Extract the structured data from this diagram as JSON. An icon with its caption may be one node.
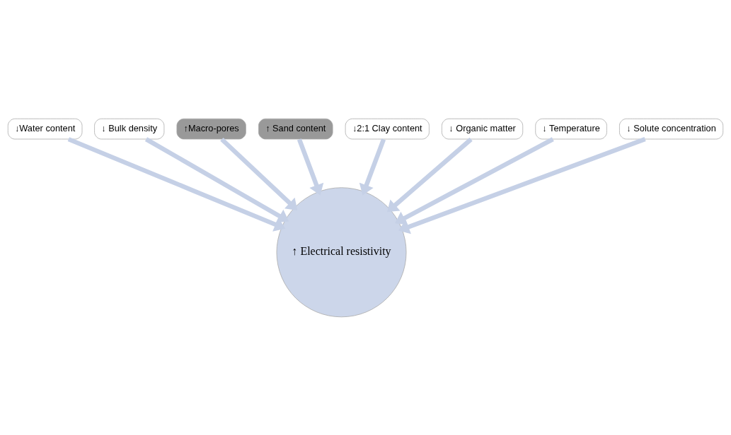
{
  "diagram": {
    "nodes": [
      {
        "text": [
          "↑ Electrical resistivity"
        ]
      },
      {
        "text": [
          "↓Water content"
        ]
      },
      {
        "text": [
          "↓ Bulk density"
        ]
      },
      {
        "text": [
          "↑Macro-pores"
        ]
      },
      {
        "text": [
          "↑ Sand content"
        ]
      },
      {
        "text": [
          "↓2:1 Clay content"
        ]
      },
      {
        "text": [
          "↓ Organic matter"
        ]
      },
      {
        "text": [
          "↓ Temperature"
        ]
      },
      {
        "text": [
          "↓ Solute concentration"
        ]
      }
    ],
    "edges": [
      {
        "from": 1,
        "to": 0,
        "arrow": "to"
      },
      {
        "from": 2,
        "to": 0,
        "arrow": "to"
      },
      {
        "from": 3,
        "to": 0,
        "arrow": "to"
      },
      {
        "from": 4,
        "to": 0,
        "arrow": "to"
      },
      {
        "from": 5,
        "to": 0,
        "arrow": "to"
      },
      {
        "from": 6,
        "to": 0,
        "arrow": "to"
      },
      {
        "from": 7,
        "to": 0,
        "arrow": "to"
      },
      {
        "from": 8,
        "to": 0,
        "arrow": "to"
      }
    ]
  }
}
